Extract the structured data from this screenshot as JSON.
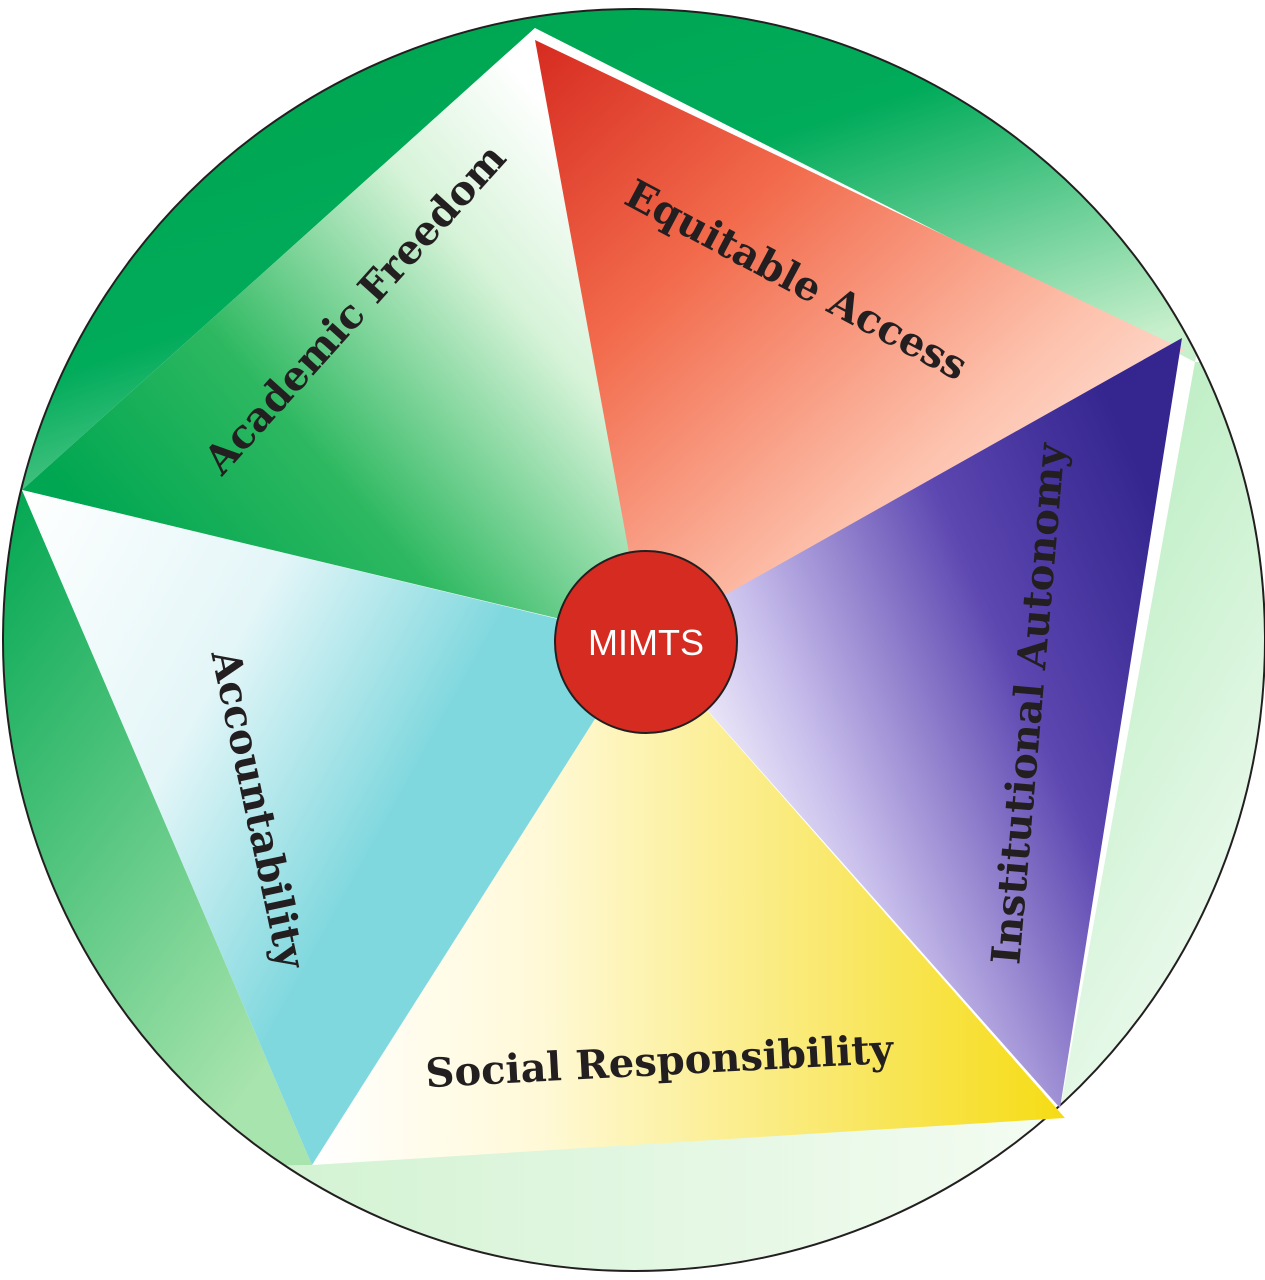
{
  "center": {
    "label": "MIMTS",
    "color": "#d62b20"
  },
  "petals": [
    {
      "id": "academic-freedom",
      "label": "Academic Freedom",
      "color": "#00a651"
    },
    {
      "id": "equitable-access",
      "label": "Equitable Access",
      "color": "#d62b20"
    },
    {
      "id": "institutional-autonomy",
      "label": "Institutional Autonomy",
      "color": "#3a2a95"
    },
    {
      "id": "social-responsibility",
      "label": "Social Responsibility",
      "color": "#f7dd1c"
    },
    {
      "id": "accountability",
      "label": "Accountability",
      "color": "#7fd8de"
    }
  ],
  "ring": {
    "colors": [
      "#00a651",
      "#ffffff"
    ]
  }
}
